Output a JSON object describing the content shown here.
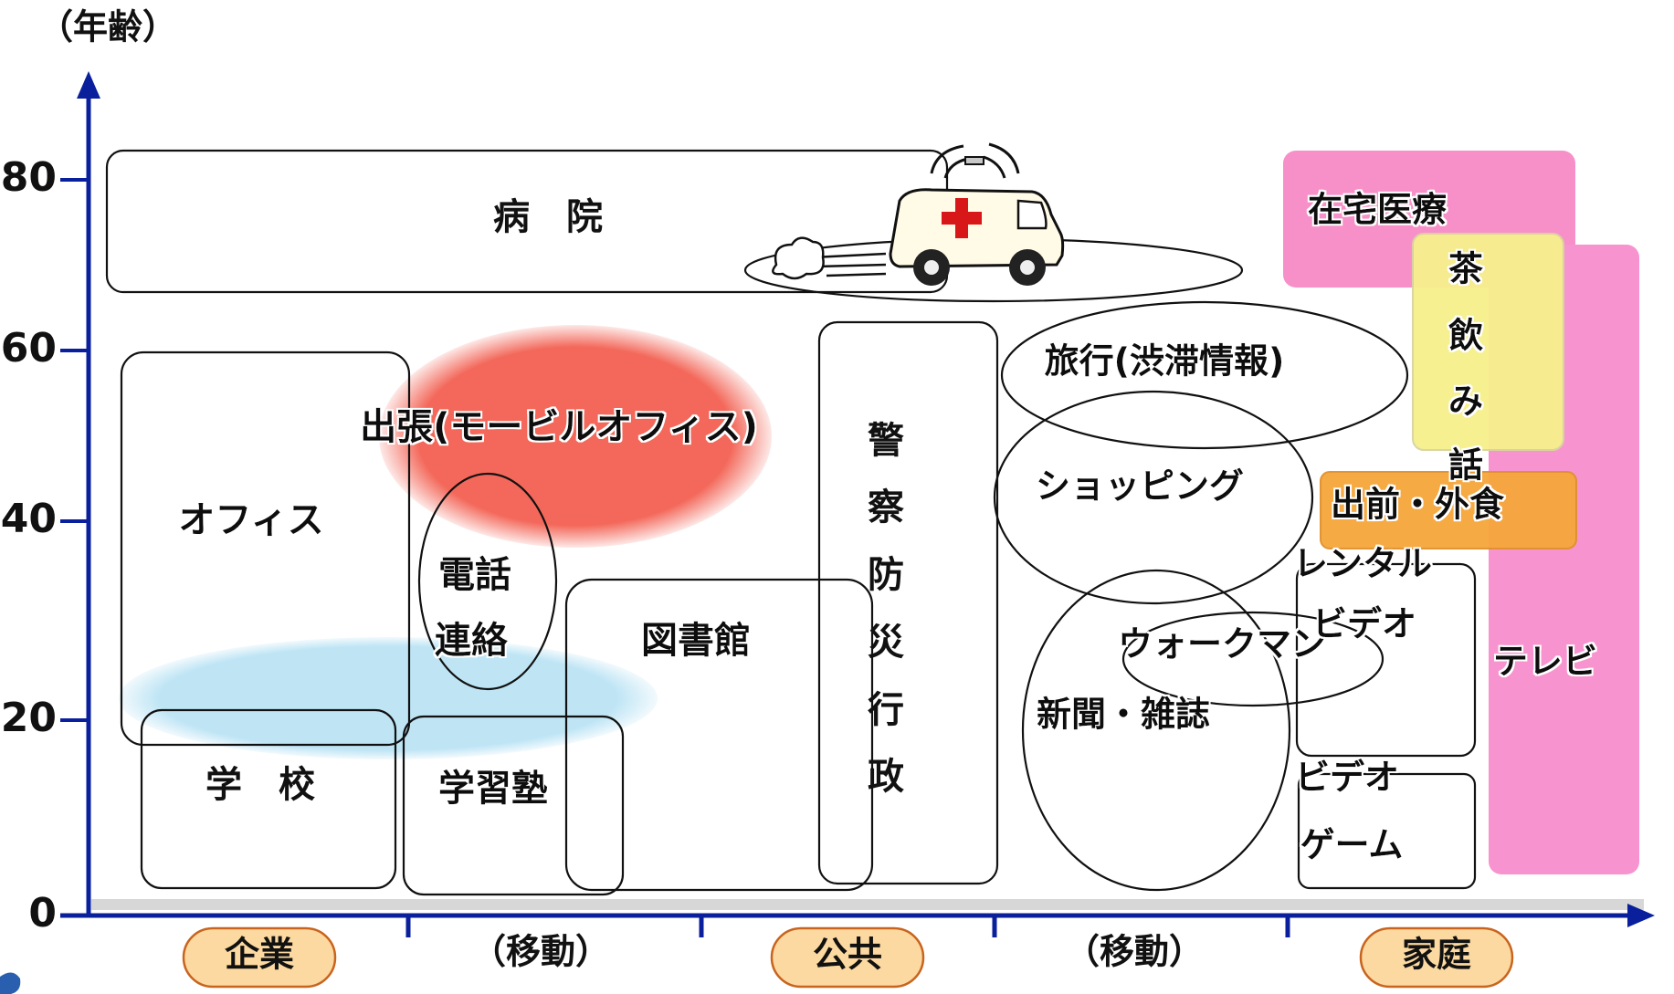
{
  "colors": {
    "axis": "#0a1f9c",
    "business_trip": "#f3685a",
    "student_zone": "#bfe5f5",
    "home_care": "#f790c8",
    "yellow_note": "#f6f08c",
    "delivery": "#f5a63b",
    "tv": "#f794cf",
    "category_pill": "#fcd9a0",
    "category_pill_border": "#c8641e",
    "ambulance_cross": "#d81818"
  },
  "y_axis": {
    "unit_label": "（年齢）",
    "ticks": [
      "80",
      "60",
      "40",
      "20",
      "0"
    ]
  },
  "x_axis": {
    "categories": [
      {
        "label": "企業",
        "style": "pill"
      },
      {
        "label": "（移動）",
        "style": "plain"
      },
      {
        "label": "公共",
        "style": "pill"
      },
      {
        "label": "（移動）",
        "style": "plain"
      },
      {
        "label": "家庭",
        "style": "pill"
      }
    ]
  },
  "nodes": {
    "hospital": "病　院",
    "office": "オフィス",
    "business_trip": "出張(モービルオフィス)",
    "phone_1": "電話",
    "phone_2": "連絡",
    "library": "図書館",
    "school": "学　校",
    "cram_school": "学習塾",
    "police": [
      "警",
      "察",
      "防",
      "災",
      "行",
      "政"
    ],
    "travel": "旅行(渋滞情報)",
    "shopping": "ショッピング",
    "walkman": "ウォークマン",
    "newspaper": "新聞・雑誌",
    "rental_1": "レンタル",
    "rental_2": "ビデオ",
    "videogame_1": "ビデオ",
    "videogame_2": "ゲーム",
    "home_care": "在宅医療",
    "tea_talk": [
      "茶",
      "飲",
      "み",
      "話"
    ],
    "delivery": "出前・外食",
    "tv": "テレビ"
  },
  "ambulance_icon": "ambulance-icon"
}
